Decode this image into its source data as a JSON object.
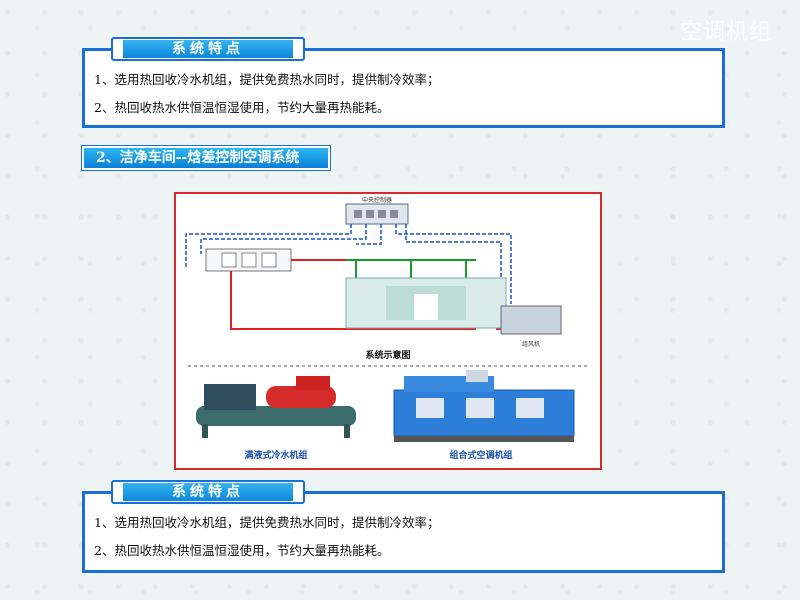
{
  "watermark": "空调机组",
  "top_box": {
    "tab_label": "系统特点",
    "items": [
      "1、选用热回收冷水机组，提供免费热水同时，提供制冷效率；",
      "2、热回收热水供恒温恒湿使用，节约大量再热能耗。"
    ]
  },
  "section_heading": "2、洁净车间--焓差控制空调系统",
  "diagram": {
    "controller_label": "中央控制器",
    "schematic_caption": "系统示意图",
    "unit_label": "组风机",
    "chiller_caption": "满液式冷水机组",
    "ahu_caption": "组合式空调机组"
  },
  "bottom_box": {
    "tab_label": "系统特点",
    "items": [
      "1、选用热回收冷水机组，提供免费热水同时，提供制冷效率；",
      "2、热回收热水供恒温恒湿使用，节约大量再热能耗。"
    ]
  },
  "colors": {
    "box_border": "#1a6fd6",
    "frame_border": "#d9282b",
    "pipe_red": "#e02020",
    "pipe_green": "#1a9a2a",
    "pipe_blue": "#1a4fd6"
  }
}
